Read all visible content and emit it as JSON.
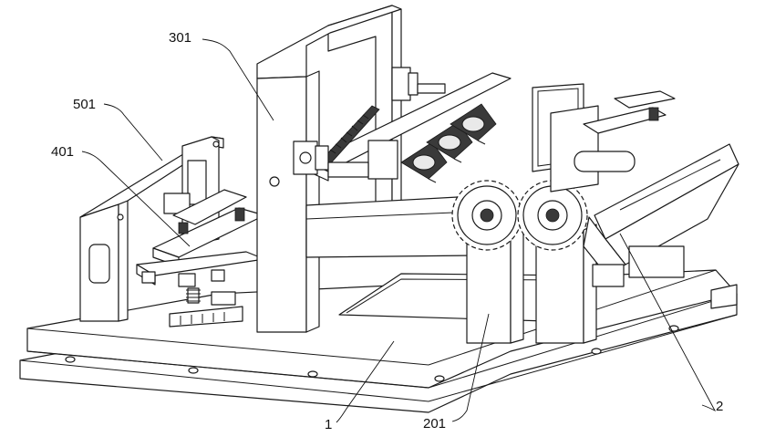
{
  "figure": {
    "labels": {
      "l301": "301",
      "l501": "501",
      "l401": "401",
      "l1": "1",
      "l201": "201",
      "l2": "2"
    }
  }
}
